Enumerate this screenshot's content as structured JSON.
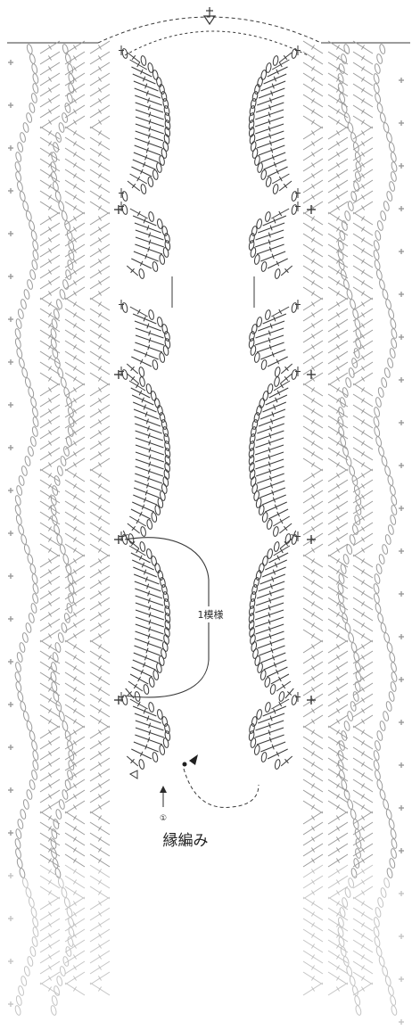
{
  "labels": {
    "pattern_repeat": "1模様",
    "row_number": "①",
    "edging": "縁編み"
  },
  "colors": {
    "dark_stitch": "#3a3a3a",
    "light_stitch": "#9a9a9a",
    "faded_stitch": "#c4c4c4",
    "background": "#ffffff"
  },
  "icons": {
    "single_crochet": "plus-mark",
    "chain": "oval-link",
    "treble": "slashed-line",
    "fasten_off": "triangle-arrow",
    "join_start": "ring-arrow"
  }
}
